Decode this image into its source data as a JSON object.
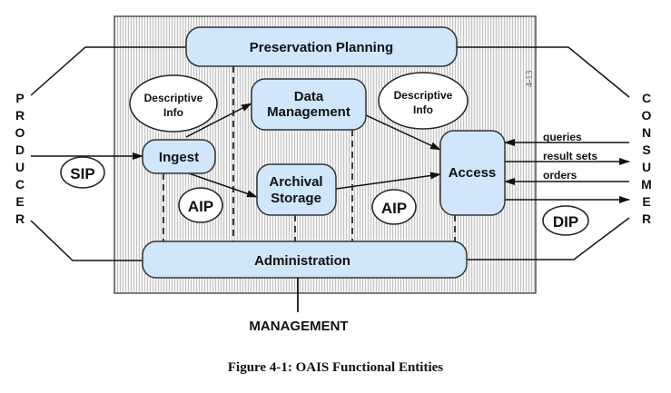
{
  "diagram": {
    "entities": {
      "preservation_planning": "Preservation Planning",
      "data_management": [
        "Data",
        "Management"
      ],
      "ingest": "Ingest",
      "archival_storage": [
        "Archival",
        "Storage"
      ],
      "access": "Access",
      "administration": "Administration"
    },
    "packages": {
      "sip": "SIP",
      "aip_left": "AIP",
      "aip_right": "AIP",
      "dip": "DIP"
    },
    "descriptive_info_left": [
      "Descriptive",
      "Info"
    ],
    "descriptive_info_right": [
      "Descriptive",
      "Info"
    ],
    "actors": {
      "producer": [
        "P",
        "R",
        "O",
        "D",
        "U",
        "C",
        "E",
        "R"
      ],
      "consumer": [
        "C",
        "O",
        "N",
        "S",
        "U",
        "M",
        "E",
        "R"
      ],
      "management": "MANAGEMENT"
    },
    "consumer_flows": [
      "queries",
      "result sets",
      "orders"
    ],
    "page_mark": "4-13",
    "colors": {
      "entity_fill": "#cfe6fb",
      "background_hatch": "#d9d9d9",
      "stroke": "#222222"
    }
  },
  "caption": "Figure 4-1:  OAIS Functional Entities"
}
